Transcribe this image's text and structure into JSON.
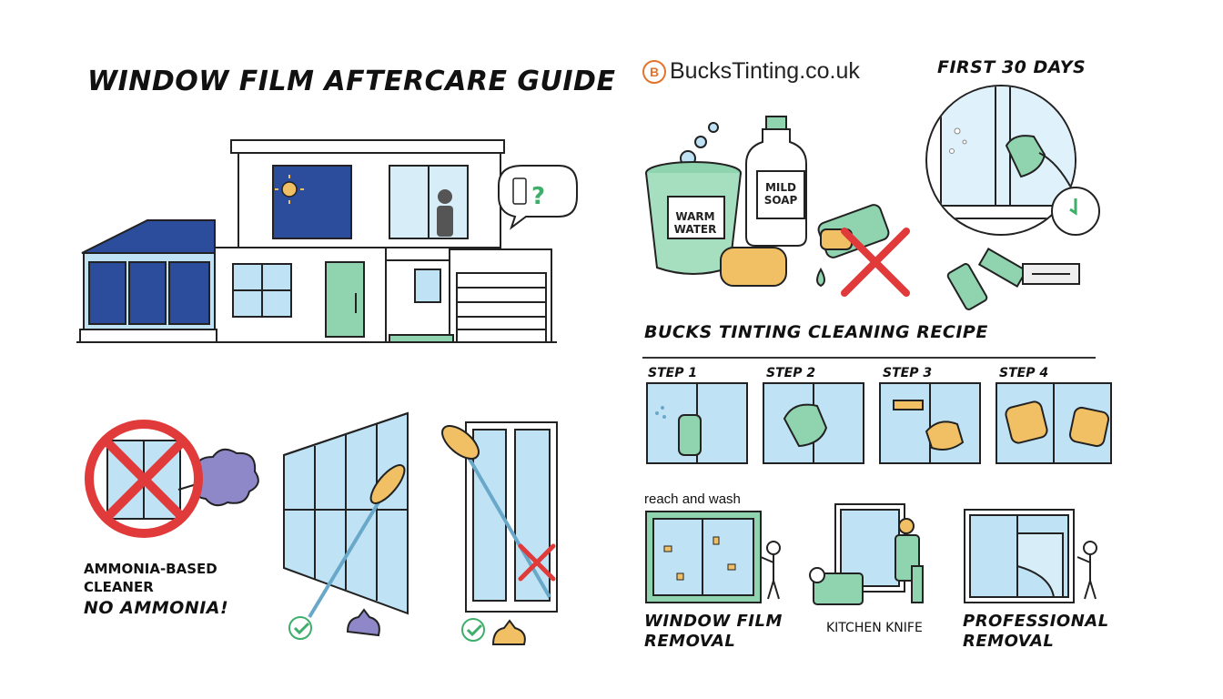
{
  "header": {
    "title": "WINDOW FILM AFTERCARE GUIDE",
    "brand_letter": "B",
    "brand": "BucksTinting.co.uk",
    "first30": "FIRST 30 DAYS"
  },
  "supplies": {
    "bucket_label_1": "WARM",
    "bucket_label_2": "WATER",
    "bottle_label_1": "MILD",
    "bottle_label_2": "SOAP"
  },
  "recipe": {
    "heading": "BUCKS TINTING CLEANING RECIPE",
    "steps": [
      "STEP 1",
      "STEP 2",
      "STEP 3",
      "STEP 4"
    ]
  },
  "ammonia": {
    "line1": "AMMONIA-BASED",
    "line2": "CLEANER",
    "warning": "NO AMMONIA!"
  },
  "bottom": {
    "reach_label": "reach and wash",
    "removal_1": "WINDOW FILM",
    "removal_2": "REMOVAL",
    "knife": "KITCHEN KNIFE",
    "pro_1": "PROFESSIONAL",
    "pro_2": "REMOVAL"
  },
  "colors": {
    "sky_blue": "#bfe3f5",
    "dark_blue": "#2c4c9c",
    "mint": "#8fd4ae",
    "sponge": "#f2c064",
    "red": "#e03a3a",
    "smoke": "#8e88c9"
  }
}
